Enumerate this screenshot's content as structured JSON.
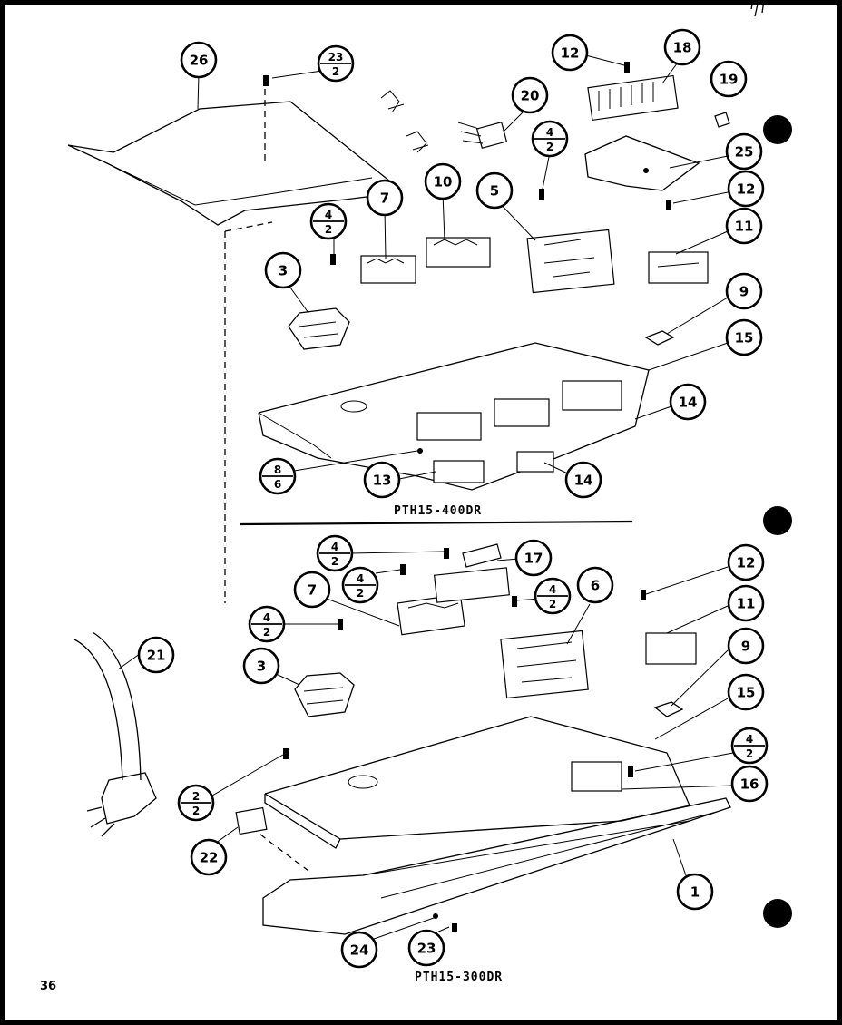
{
  "page": {
    "section_label_upper": "PTH15-400DR",
    "section_label_lower": "PTH15-300DR",
    "page_number": "36"
  },
  "callouts": [
    {
      "id": "c26",
      "text": "26"
    },
    {
      "id": "c23a",
      "top": "23",
      "bottom": "2"
    },
    {
      "id": "c12a",
      "text": "12"
    },
    {
      "id": "c18",
      "text": "18"
    },
    {
      "id": "c19",
      "text": "19"
    },
    {
      "id": "c20",
      "text": "20"
    },
    {
      "id": "c4a",
      "top": "4",
      "bottom": "2"
    },
    {
      "id": "c25",
      "text": "25"
    },
    {
      "id": "c12b",
      "text": "12"
    },
    {
      "id": "c10",
      "text": "10"
    },
    {
      "id": "c5",
      "text": "5"
    },
    {
      "id": "c7a",
      "text": "7"
    },
    {
      "id": "c4b",
      "top": "4",
      "bottom": "2"
    },
    {
      "id": "c11a",
      "text": "11"
    },
    {
      "id": "c3a",
      "text": "3"
    },
    {
      "id": "c9a",
      "text": "9"
    },
    {
      "id": "c15a",
      "text": "15"
    },
    {
      "id": "c14a",
      "text": "14"
    },
    {
      "id": "c86",
      "top": "8",
      "bottom": "6"
    },
    {
      "id": "c13",
      "text": "13"
    },
    {
      "id": "c14b",
      "text": "14"
    },
    {
      "id": "c4c",
      "top": "4",
      "bottom": "2"
    },
    {
      "id": "c17",
      "text": "17"
    },
    {
      "id": "c4d",
      "top": "4",
      "bottom": "2"
    },
    {
      "id": "c7b",
      "text": "7"
    },
    {
      "id": "c4e",
      "top": "4",
      "bottom": "2"
    },
    {
      "id": "c6",
      "text": "6"
    },
    {
      "id": "c12c",
      "text": "12"
    },
    {
      "id": "c4f",
      "top": "4",
      "bottom": "2"
    },
    {
      "id": "c11b",
      "text": "11"
    },
    {
      "id": "c21",
      "text": "21"
    },
    {
      "id": "c3b",
      "text": "3"
    },
    {
      "id": "c9b",
      "text": "9"
    },
    {
      "id": "c15b",
      "text": "15"
    },
    {
      "id": "c4g",
      "top": "4",
      "bottom": "2"
    },
    {
      "id": "c16",
      "text": "16"
    },
    {
      "id": "c22a",
      "top": "2",
      "bottom": "2"
    },
    {
      "id": "c22",
      "text": "22"
    },
    {
      "id": "c1",
      "text": "1"
    },
    {
      "id": "c24",
      "text": "24"
    },
    {
      "id": "c23b",
      "text": "23"
    }
  ]
}
